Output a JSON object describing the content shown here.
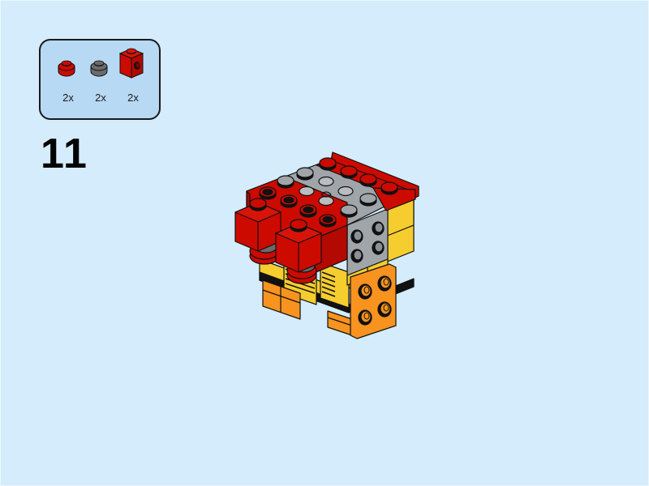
{
  "step": {
    "number": "11"
  },
  "parts_callout": {
    "items": [
      {
        "name": "round-plate-1x1-red",
        "quantity": "2x",
        "color": "#cc0a00"
      },
      {
        "name": "round-plate-1x1-dark-gray",
        "quantity": "2x",
        "color": "#6b6b6b"
      },
      {
        "name": "brick-1x1-stud-on-side-red",
        "quantity": "2x",
        "color": "#cc0a00"
      }
    ]
  },
  "colors": {
    "background": "#d4ecfb",
    "callout_background": "#b8d9f4",
    "red": "#cc0a00",
    "light_gray": "#a0a5a9",
    "dark_gray": "#6b6b6b",
    "yellow": "#f5cd2f",
    "orange": "#f7931e",
    "lime": "#bde53a"
  }
}
